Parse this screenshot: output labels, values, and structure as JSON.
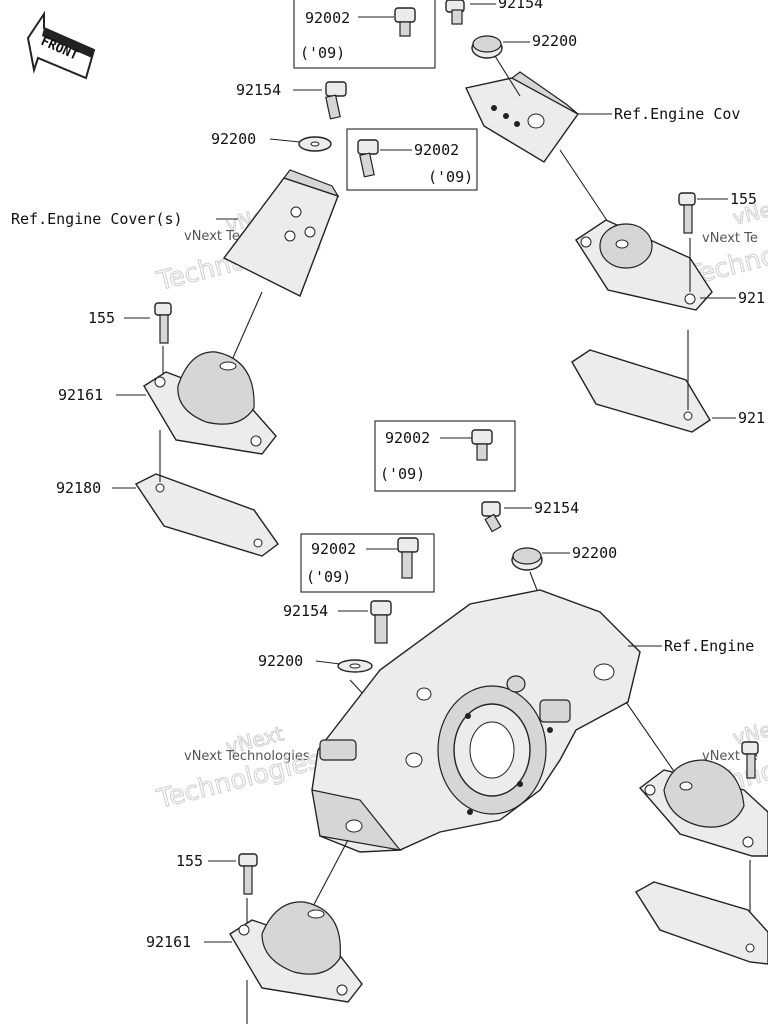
{
  "diagram": {
    "front_badge": "FRONT",
    "callouts": {
      "c92002_top": "92002",
      "c09_top": "('09)",
      "c92154_top": "92154",
      "c92200_top": "92200",
      "ref_cover_right": "Ref.Engine Cov",
      "c92154_left": "92154",
      "c92200_left": "92200",
      "c92002_mid": "92002",
      "c09_mid": "('09)",
      "ref_cover_left": "Ref.Engine Cover(s)",
      "c155_right": "155",
      "c92161_right": "921",
      "c92180_right": "921",
      "c155_left": "155",
      "c92161_left": "92161",
      "c92180_left": "92180",
      "c92002_center": "92002",
      "c09_center": "('09)",
      "c92154_center": "92154",
      "c92200_center": "92200",
      "c92002_low": "92002",
      "c09_low": "('09)",
      "c92154_low": "92154",
      "ref_engine_low": "Ref.Engine",
      "c92200_low": "92200",
      "c155_bottom": "155",
      "c92161_bottom": "92161"
    },
    "watermarks": {
      "wm1_a": "vNext",
      "wm1_b": "vNext Technologies",
      "wm1_c": "Technologies",
      "wm2_a": "vNext",
      "wm2_b": "vNext Te",
      "wm2_c": "Techno",
      "wm3_a": "vNext",
      "wm3_b": "vNext Technologies",
      "wm3_c": "Technologies",
      "wm4_a": "vNext",
      "wm4_b": "vNext Te",
      "wm4_c": "Techno"
    }
  }
}
